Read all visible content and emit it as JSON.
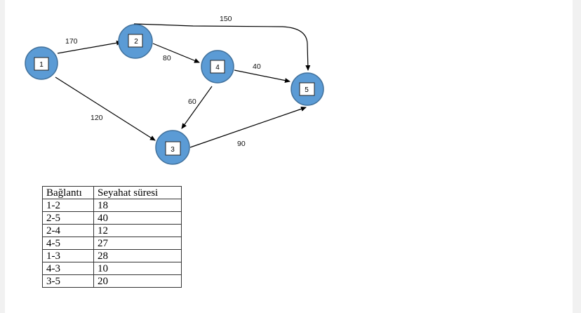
{
  "nodes": [
    {
      "id": "1",
      "label": "1"
    },
    {
      "id": "2",
      "label": "2"
    },
    {
      "id": "3",
      "label": "3"
    },
    {
      "id": "4",
      "label": "4"
    },
    {
      "id": "5",
      "label": "5"
    }
  ],
  "edges": [
    {
      "from": "1",
      "to": "2",
      "label": "170"
    },
    {
      "from": "1",
      "to": "3",
      "label": "120"
    },
    {
      "from": "2",
      "to": "4",
      "label": "80"
    },
    {
      "from": "2",
      "to": "5",
      "label": "150"
    },
    {
      "from": "4",
      "to": "5",
      "label": "40"
    },
    {
      "from": "4",
      "to": "3",
      "label": "60"
    },
    {
      "from": "3",
      "to": "5",
      "label": "90"
    }
  ],
  "colors": {
    "node_fill": "#5b9bd5",
    "node_stroke": "#41719c",
    "edge": "#000000"
  },
  "table": {
    "headers": [
      "Bağlantı",
      "Seyahat süresi"
    ],
    "rows": [
      [
        "1-2",
        "18"
      ],
      [
        "2-5",
        "40"
      ],
      [
        "2-4",
        "12"
      ],
      [
        "4-5",
        "27"
      ],
      [
        "1-3",
        "28"
      ],
      [
        "4-3",
        "10"
      ],
      [
        "3-5",
        "20"
      ]
    ]
  }
}
